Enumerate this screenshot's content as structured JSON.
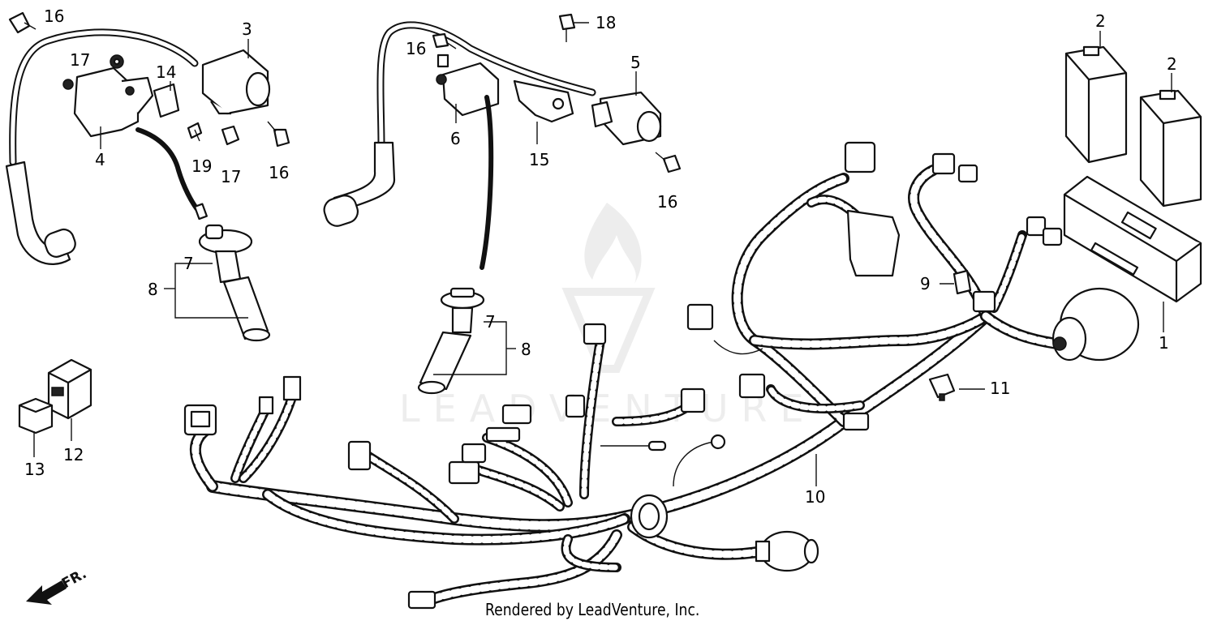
{
  "diagram": {
    "callouts": {
      "c1": "1",
      "c2a": "2",
      "c2b": "2",
      "c3": "3",
      "c4": "4",
      "c5": "5",
      "c6": "6",
      "c7a": "7",
      "c7b": "7",
      "c8a": "8",
      "c8b": "8",
      "c9": "9",
      "c10": "10",
      "c11": "11",
      "c12": "12",
      "c13": "13",
      "c14": "14",
      "c15": "15",
      "c16a": "16",
      "c16b": "16",
      "c16c": "16",
      "c16d": "16",
      "c17a": "17",
      "c17b": "17",
      "c18": "18",
      "c19": "19"
    },
    "front_marker": "FR.",
    "watermark": "LEADVENTURE",
    "credit": "Rendered by LeadVenture, Inc."
  }
}
